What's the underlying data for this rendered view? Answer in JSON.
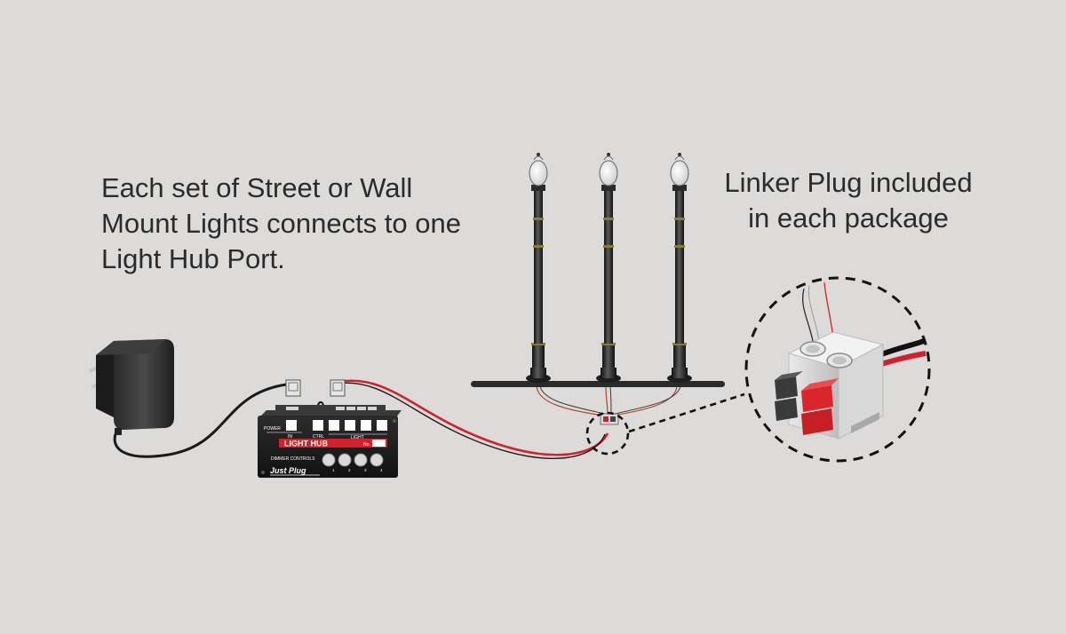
{
  "captions": {
    "left": [
      "Each set of Street or Wall",
      "Mount Lights connects to one",
      "Light Hub Port."
    ],
    "right": [
      "Linker Plug included",
      "in each package"
    ]
  },
  "hub": {
    "title": "LIGHT HUB",
    "number_label": "No.",
    "power_label": "POWER",
    "in_label": "IN",
    "ctrl_label": "CTRL",
    "light_label": "LIGHT",
    "dimmer_label": "DIMMER CONTROLS",
    "brand": "Just Plug",
    "dial_numbers": [
      "1",
      "2",
      "3",
      "4"
    ]
  },
  "colors": {
    "background": "#dcdbd9",
    "hub_red": "#d3202a",
    "wire_red": "#d3202a",
    "wire_black": "#1a1a1a",
    "lamp_post": "#2a2a2a",
    "plug_red": "#d8262c"
  },
  "icons": [
    "power-adapter-icon",
    "light-hub-icon",
    "street-lamp-icon",
    "linker-plug-icon"
  ]
}
